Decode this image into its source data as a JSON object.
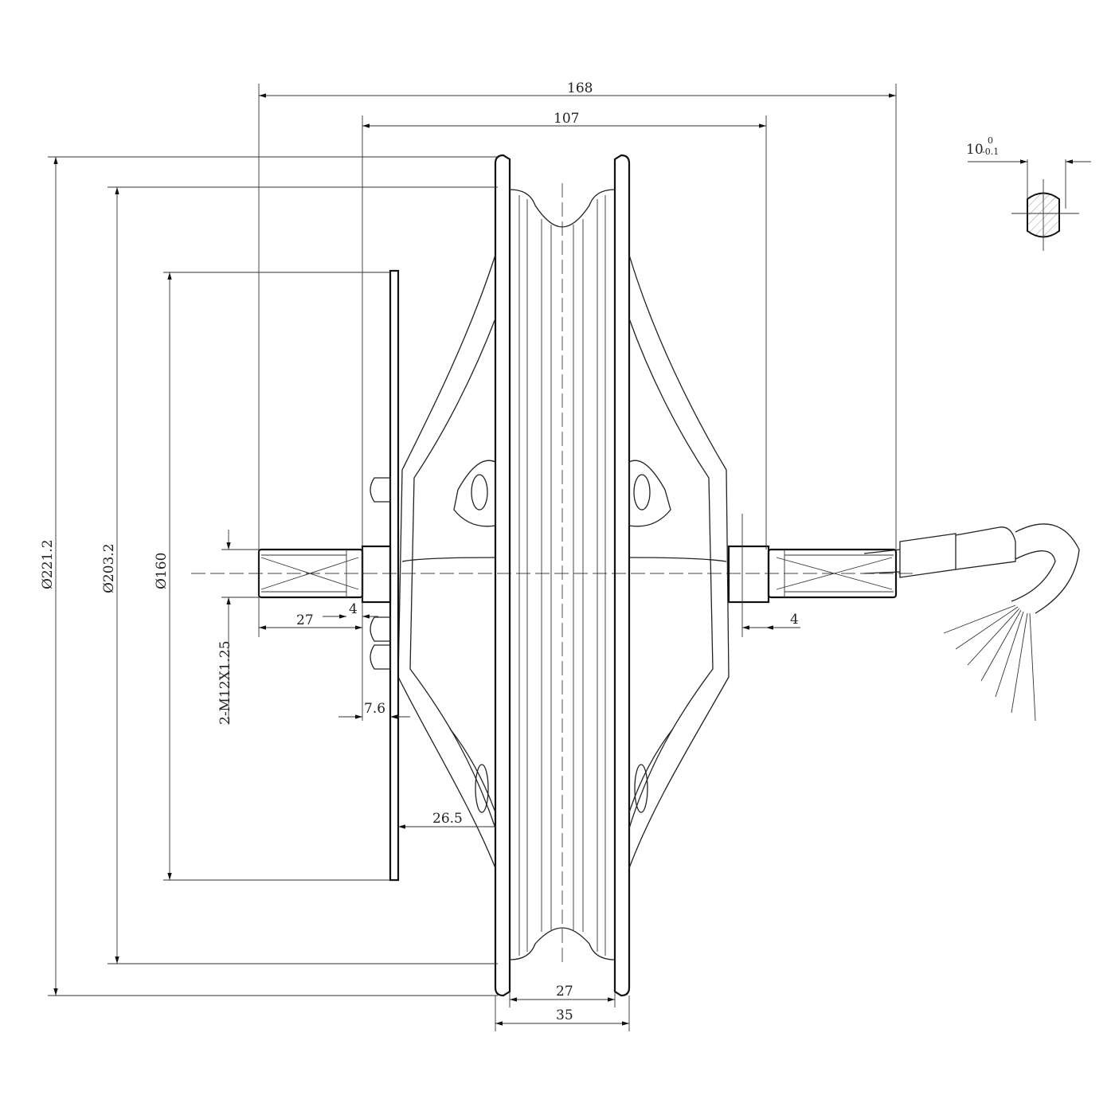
{
  "dimensions": {
    "overall_width": "168",
    "flange_spacing": "107",
    "dia_outer": "Ø221.2",
    "dia_rim": "Ø203.2",
    "dia_disc": "Ø160",
    "thread": "2-M12X1.25",
    "left_axle_length": "27",
    "left_nut_offset": "4",
    "right_nut_offset": "4",
    "disc_offset": "7.6",
    "disc_to_rim": "26.5",
    "rim_inner_width": "27",
    "rim_outer_width": "35"
  },
  "shaft_section": {
    "nominal": "10",
    "upper_tol": "0",
    "lower_tol": "-0.1"
  }
}
